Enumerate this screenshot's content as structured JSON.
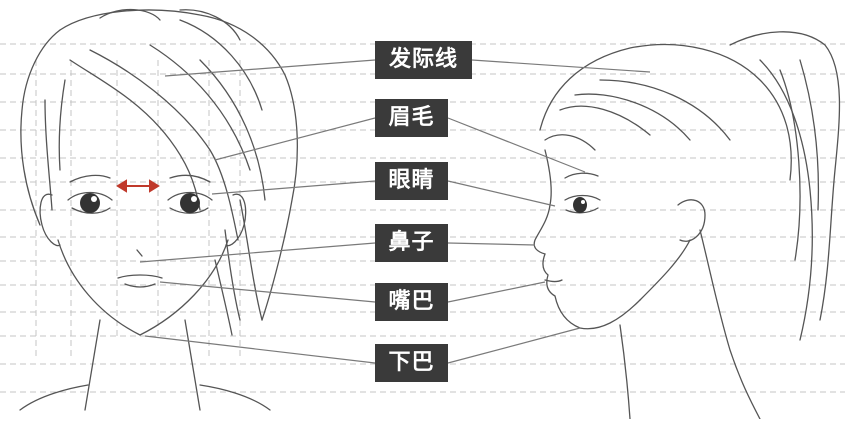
{
  "labels": {
    "hairline": "发际线",
    "eyebrow": "眉毛",
    "eyes": "眼睛",
    "nose": "鼻子",
    "mouth": "嘴巴",
    "chin": "下巴"
  },
  "colors": {
    "label_bg": "#3a3a3a",
    "label_text": "#ffffff",
    "line": "#7a7a7a",
    "guide": "#bdbdbd",
    "sketch": "#555555",
    "accent": "#c0392b"
  },
  "icons": [
    "double-arrow-icon"
  ]
}
